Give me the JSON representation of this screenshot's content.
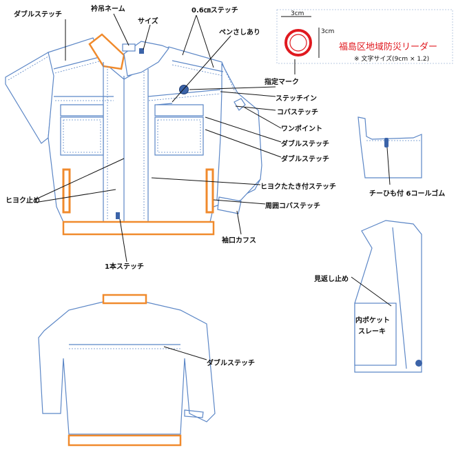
{
  "labels": {
    "double_stitch_top": "ダブルステッチ",
    "hanger_name": "衿吊ネーム",
    "size": "サイズ",
    "stitch_06": "0.6㎝ステッチ",
    "pen_slot": "ペンさしあり",
    "mark_position": "指定マーク",
    "stitch_in": "ステッチイン",
    "kobasu_stitch": "コバステッチ",
    "one_point": "ワンポイント",
    "double_stitch_1": "ダブルステッチ",
    "double_stitch_2": "ダブルステッチ",
    "hiyoku_stop": "ヒヨク止め",
    "hiyoku_tataki": "ヒヨクたたき付ステッチ",
    "around_kobasu": "周囲コバステッチ",
    "cuff": "袖口カフス",
    "single_stitch": "1本ステッチ",
    "cord_rubber": "チーひも付 6コールゴム",
    "facing_stop": "見返し止め",
    "inner_pocket_l1": "内ポケット",
    "inner_pocket_l2": "スレーキ",
    "double_stitch_back": "ダブルステッチ"
  },
  "mark": {
    "width_label": "3cm",
    "height_label": "3cm",
    "text": "福島区地域防災リーダー",
    "note": "※ 文字サイズ(9cm × 1.2)",
    "mark_color": "#e0191f"
  },
  "colors": {
    "garment_line": "#5b86c6",
    "highlight": "#f08a2c",
    "button": "#3b63a8",
    "leader_line": "#111111"
  }
}
